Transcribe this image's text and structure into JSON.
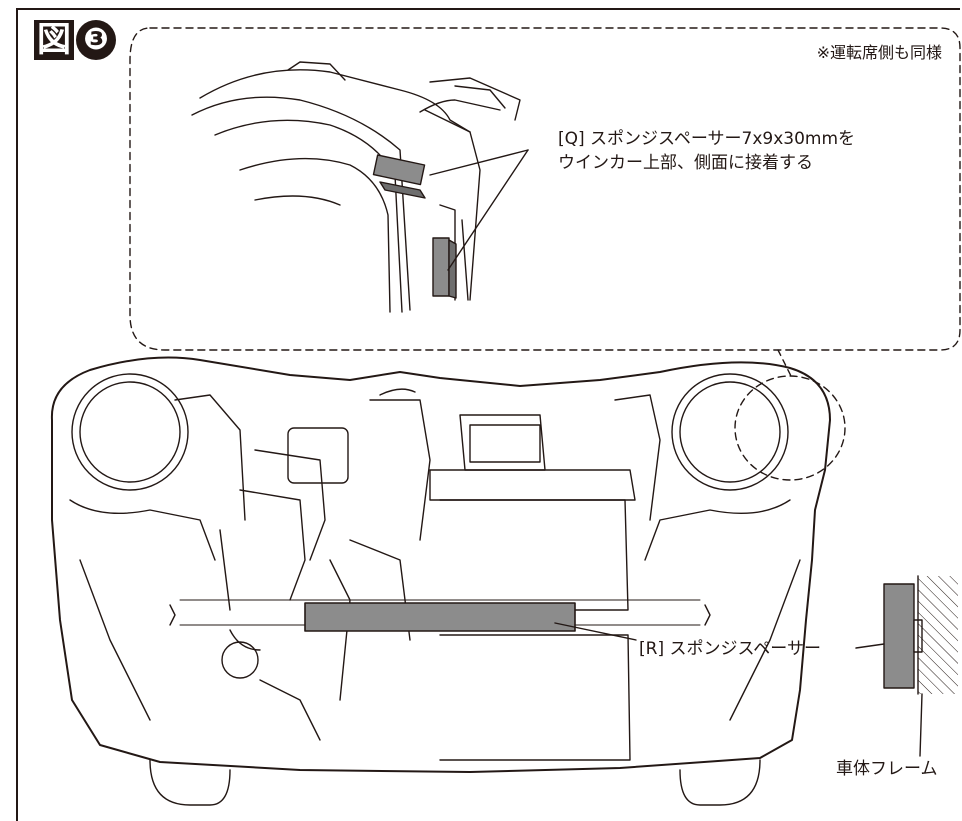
{
  "figure": {
    "label_kanji": "図",
    "label_number": "❸"
  },
  "callout": {
    "note": "※運転席側も同様",
    "q_line1": "[Q] スポンジスペーサー7x9x30mmを",
    "q_line2": "ウインカー上部、側面に接着する"
  },
  "labels": {
    "r_label": "[R] スポンジスペーサー",
    "body_frame": "車体フレーム"
  },
  "colors": {
    "line": "#231815",
    "spacer_fill": "#8c8c8c",
    "hatch": "#231815"
  }
}
